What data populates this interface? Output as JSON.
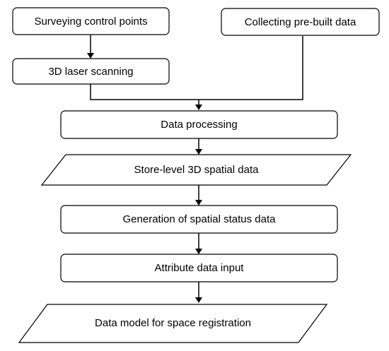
{
  "diagram": {
    "nodes": {
      "surveying": "Surveying control points",
      "collecting": "Collecting pre-built data",
      "scanning": "3D laser scanning",
      "processing": "Data processing",
      "store_level": "Store-level 3D spatial data",
      "generation": "Generation of spatial status data",
      "attribute": "Attribute data input",
      "data_model": "Data model for space registration"
    },
    "edges": [
      [
        "surveying",
        "scanning"
      ],
      [
        "scanning",
        "processing"
      ],
      [
        "collecting",
        "processing"
      ],
      [
        "processing",
        "store_level"
      ],
      [
        "store_level",
        "generation"
      ],
      [
        "generation",
        "attribute"
      ],
      [
        "attribute",
        "data_model"
      ]
    ],
    "colors": {
      "stroke": "#000000",
      "fill": "#ffffff",
      "text": "#000000"
    }
  }
}
